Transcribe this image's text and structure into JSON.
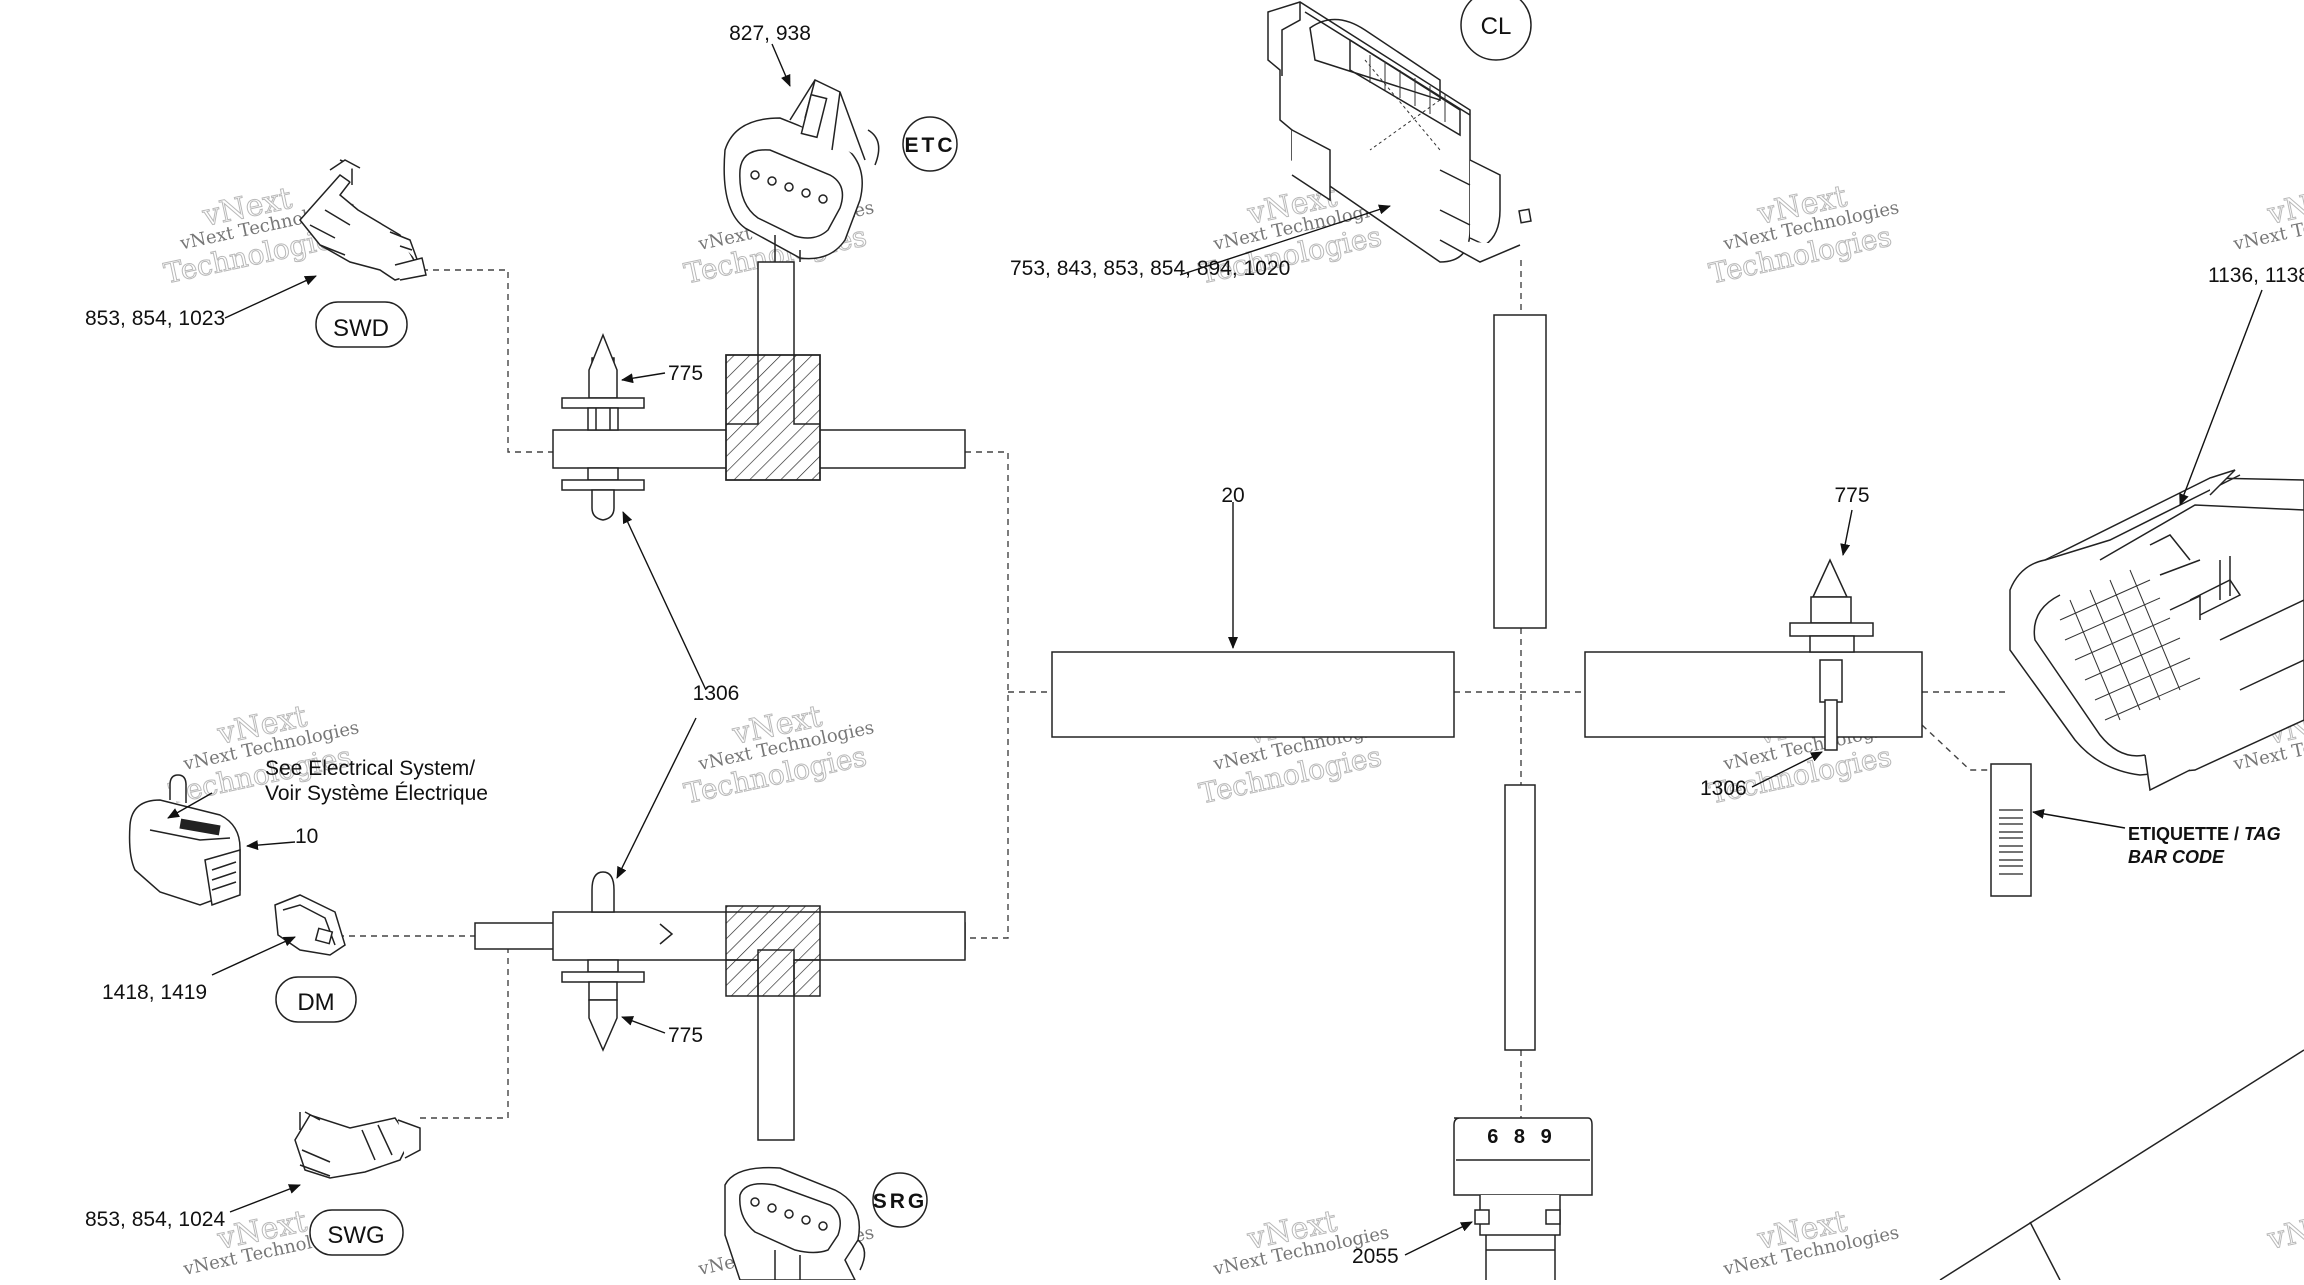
{
  "diagram": {
    "callouts": {
      "c827_938": "827, 938",
      "c853_854_1023": "853, 854, 1023",
      "c775_top": "775",
      "c1306_left": "1306",
      "c753": "753, 843, 853, 854, 894, 1020",
      "c20": "20",
      "c775_right": "775",
      "c1306_right": "1306",
      "c1136": "1136, 1138",
      "c10": "10",
      "c1418_1419": "1418, 1419",
      "c775_bottom": "775",
      "c853_854_1024": "853, 854, 1024",
      "c2055": "2055"
    },
    "notes": {
      "see_electrical_line1": "See Electrical System/",
      "see_electrical_line2": "Voir Système Électrique",
      "etiquette": "ETIQUETTE / ",
      "tag": "TAG",
      "bar_code": "BAR CODE"
    },
    "tags": {
      "swd": "SWD",
      "etc": "ETC",
      "cl": "CL",
      "dm": "DM",
      "swg": "SWG",
      "srg": "SRG"
    },
    "connector_marking": "6 8 9",
    "watermark": {
      "line1": "vNext Technologies",
      "line2": "Technologies",
      "line0": "vNext"
    }
  }
}
